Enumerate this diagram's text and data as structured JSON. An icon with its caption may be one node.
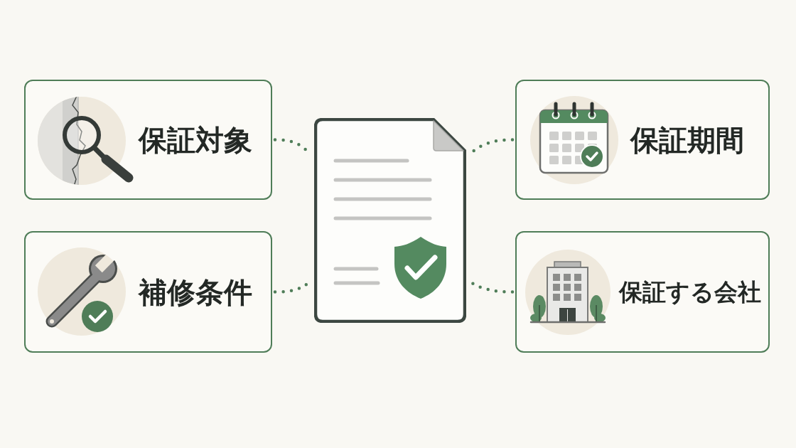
{
  "diagram": {
    "nodes": [
      {
        "text": [
          "保証対象"
        ]
      },
      {
        "text": [],
        "shape": "picture"
      },
      {
        "text": [
          "保証期間"
        ]
      },
      {
        "text": [
          "補修条件"
        ]
      },
      {
        "text": [
          "保証する会社"
        ]
      }
    ],
    "edges": [
      {
        "from": 0,
        "to": 1,
        "arrow": "none"
      },
      {
        "from": 2,
        "to": 1,
        "arrow": "none"
      },
      {
        "from": 3,
        "to": 1,
        "arrow": "none"
      },
      {
        "from": 4,
        "to": 1,
        "arrow": "none"
      }
    ]
  }
}
